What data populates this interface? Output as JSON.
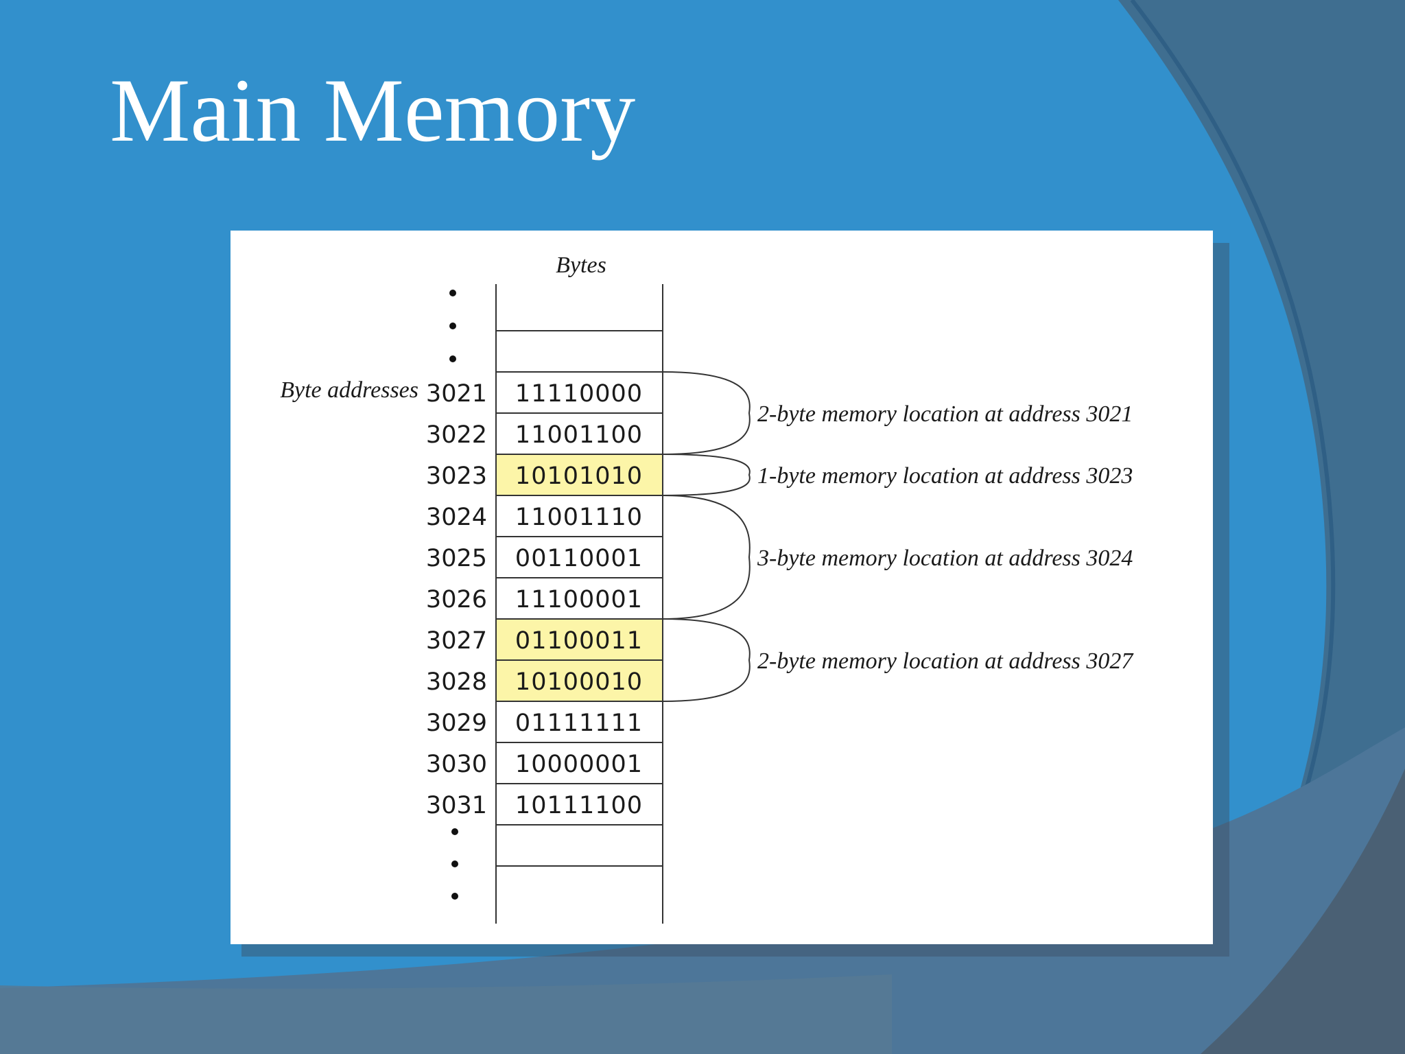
{
  "slide": {
    "title": "Main Memory"
  },
  "figure": {
    "column_header": "Bytes",
    "address_axis_label": "Byte addresses",
    "rows": [
      {
        "address": "3021",
        "value": "11110000",
        "highlighted": false
      },
      {
        "address": "3022",
        "value": "11001100",
        "highlighted": false
      },
      {
        "address": "3023",
        "value": "10101010",
        "highlighted": true
      },
      {
        "address": "3024",
        "value": "11001110",
        "highlighted": false
      },
      {
        "address": "3025",
        "value": "00110001",
        "highlighted": false
      },
      {
        "address": "3026",
        "value": "11100001",
        "highlighted": false
      },
      {
        "address": "3027",
        "value": "01100011",
        "highlighted": true
      },
      {
        "address": "3028",
        "value": "10100010",
        "highlighted": true
      },
      {
        "address": "3029",
        "value": "01111111",
        "highlighted": false
      },
      {
        "address": "3030",
        "value": "10000001",
        "highlighted": false
      },
      {
        "address": "3031",
        "value": "10111100",
        "highlighted": false
      }
    ],
    "groups": [
      {
        "start": 0,
        "count": 2,
        "label": "2-byte memory location at address 3021"
      },
      {
        "start": 2,
        "count": 1,
        "label": "1-byte memory location at address 3023"
      },
      {
        "start": 3,
        "count": 3,
        "label": "3-byte memory location at address 3024"
      },
      {
        "start": 6,
        "count": 2,
        "label": "2-byte memory location at address 3027"
      }
    ],
    "colors": {
      "highlight": "#fcf5a8",
      "line": "#333333"
    }
  }
}
